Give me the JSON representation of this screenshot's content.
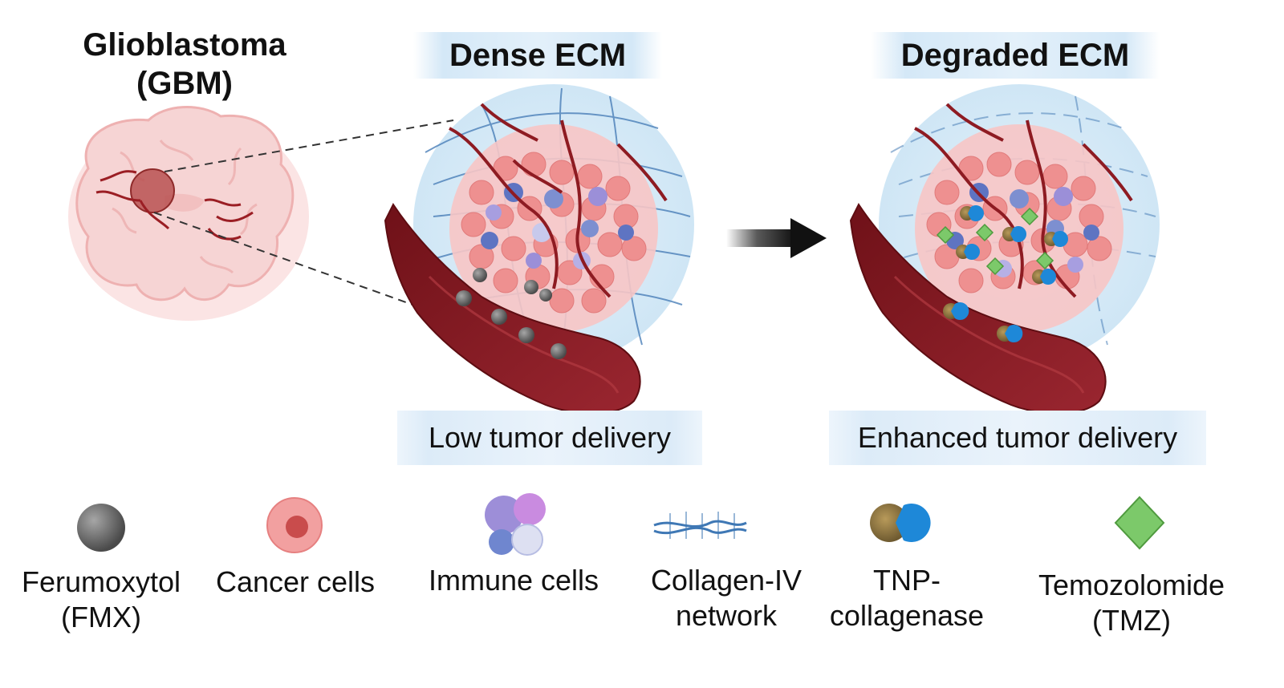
{
  "gbm": {
    "line1": "Glioblastoma",
    "line2": "(GBM)"
  },
  "panels": {
    "dense": {
      "title": "Dense ECM",
      "caption": "Low tumor delivery"
    },
    "degraded": {
      "title": "Degraded ECM",
      "caption": "Enhanced tumor delivery"
    }
  },
  "legend": [
    {
      "icon": "ferumoxytol-particle-icon",
      "line1": "Ferumoxytol",
      "line2": "(FMX)"
    },
    {
      "icon": "cancer-cell-icon",
      "line1": "Cancer cells",
      "line2": ""
    },
    {
      "icon": "immune-cells-icon",
      "line1": "Immune cells",
      "line2": ""
    },
    {
      "icon": "collagen-network-icon",
      "line1": "Collagen-IV",
      "line2": "network"
    },
    {
      "icon": "tnp-collagenase-icon",
      "line1": "TNP-",
      "line2": "collagenase"
    },
    {
      "icon": "temozolomide-crystal-icon",
      "line1": "Temozolomide",
      "line2": "(TMZ)"
    }
  ],
  "colors": {
    "vessel": "#8e1b22",
    "cancer": "#f09a9a",
    "immune": "#8fa0d6",
    "collagen": "#4a7fb8",
    "tmz": "#7cc96a",
    "collagenase": "#1e88d8",
    "fmx": "#6e6e6e"
  }
}
